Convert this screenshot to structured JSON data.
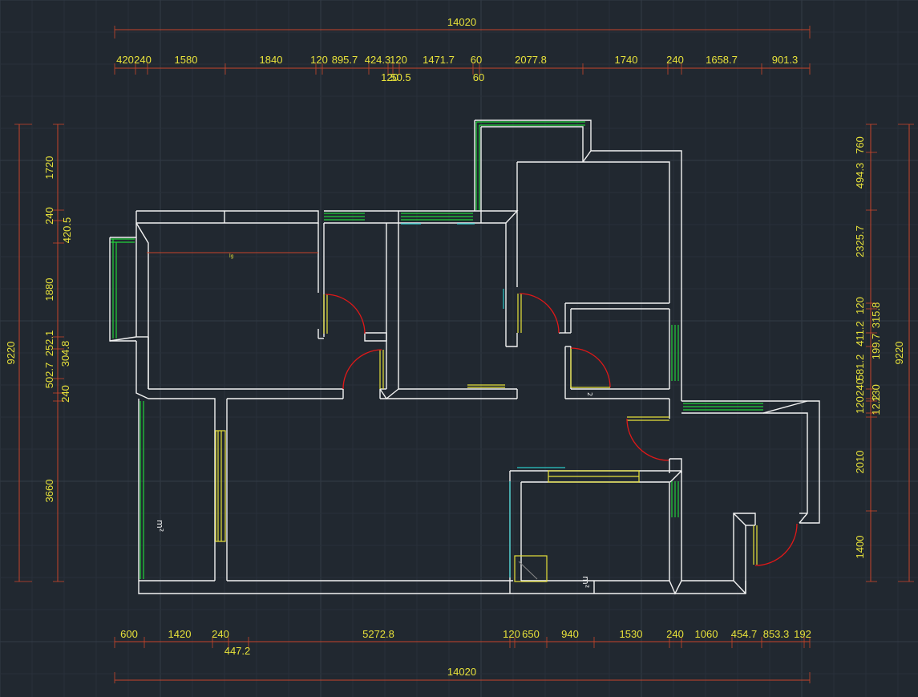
{
  "drawing": {
    "top_total": "14020",
    "bottom_total": "14020",
    "left_total": "9220",
    "right_total": "9220",
    "top_dims": [
      "420",
      "240",
      "1580",
      "1840",
      "120",
      "895.7",
      "424.3",
      "120",
      "1471.7",
      "60",
      "2077.8",
      "1740",
      "240",
      "1658.7",
      "901.3"
    ],
    "top_sub_dims": [
      "120",
      "50.5",
      "60"
    ],
    "bottom_dims": [
      "600",
      "1420",
      "240",
      "5272.8",
      "120",
      "650",
      "940",
      "1530",
      "240",
      "1060",
      "454.7",
      "853.3",
      "192"
    ],
    "bottom_sub_dims": [
      "447.2"
    ],
    "left_dims": [
      "1720",
      "240",
      "420.5",
      "1880",
      "252.1",
      "304.8",
      "502.7",
      "240",
      "3660"
    ],
    "right_dims": [
      "760",
      "494.3",
      "2325.7",
      "120",
      "411.2",
      "315.8",
      "199.7",
      "581.2",
      "240",
      "120",
      "130",
      "12.2",
      "2010",
      "1400"
    ],
    "room_labels": [
      "m²",
      "m²",
      "2",
      "lg"
    ]
  },
  "colors": {
    "background": "#212830",
    "grid": "#2c343e",
    "wall": "#f2f2f2",
    "dimension_line": "#c8452a",
    "dimension_text": "#e8e23a",
    "window": "#22d13a",
    "door_arc": "#e01818",
    "door_leaf": "#e8e23a",
    "accent": "#2bc7c7"
  }
}
